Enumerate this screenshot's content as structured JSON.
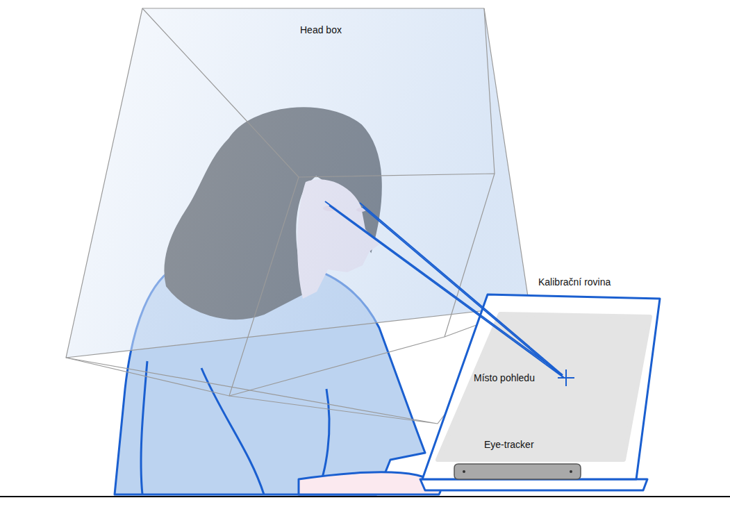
{
  "diagram": {
    "nodes": [
      {
        "text": [
          "Head box"
        ]
      },
      {
        "text": [
          "Kalibrační rovina",
          "Místo pohledu",
          "Eye-tracker"
        ]
      }
    ]
  }
}
